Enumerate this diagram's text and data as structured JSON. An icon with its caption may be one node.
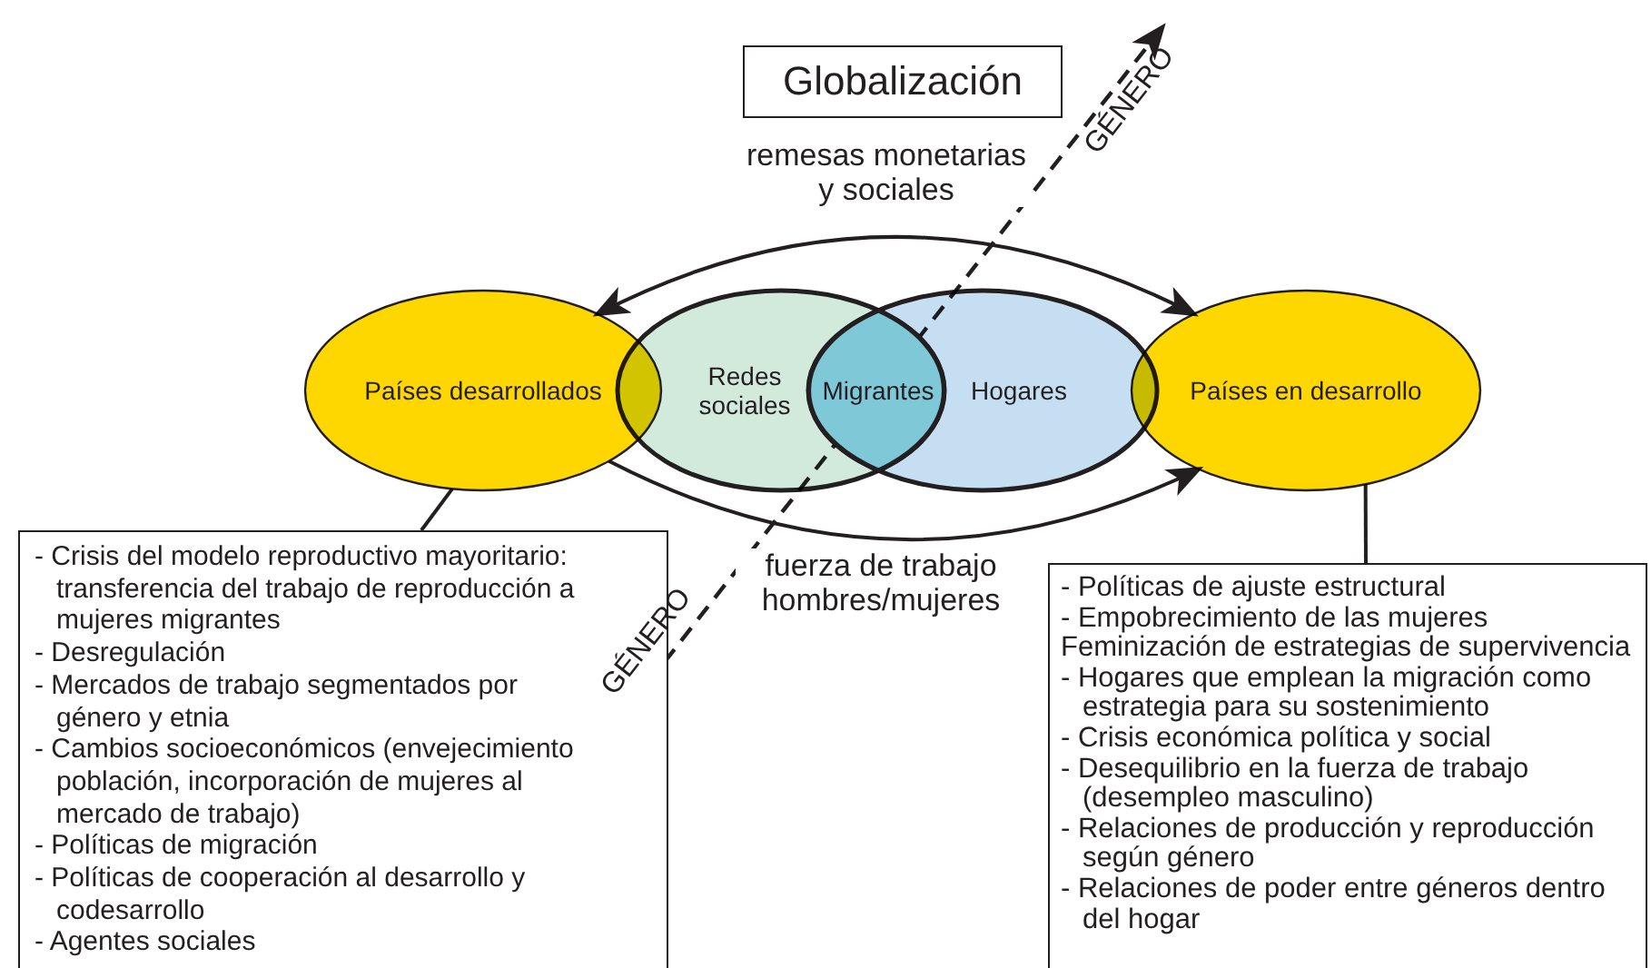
{
  "diagram": {
    "nodes": [
      {
        "text": [
          "Globalización"
        ]
      },
      {
        "text": [
          "Países desarrollados"
        ]
      },
      {
        "text": [
          "Redes sociales"
        ]
      },
      {
        "text": [
          "Hogares"
        ]
      },
      {
        "text": [
          "Migrantes"
        ]
      },
      {
        "text": [
          "Países en desarrollo"
        ]
      },
      {
        "text": [
          "- Crisis del modelo reproductivo mayoritario: transferencia del trabajo de reproducción a mujeres migrantes",
          "- Desregulación",
          "- Mercados de trabajo segmentados por género y etnia",
          "- Cambios socioeconómicos (envejecimiento población, incorporación de mujeres al mercado de trabajo)",
          "- Políticas de migración",
          "- Políticas de cooperación al desarrollo y codesarrollo",
          "- Agentes sociales"
        ]
      },
      {
        "text": [
          "- Políticas de ajuste estructural",
          "- Empobrecimiento de las mujeres",
          "Feminización de estrategias de supervivencia",
          "- Hogares que emplean la migración como estrategia para su sostenimiento",
          "- Crisis económica política y social",
          "- Desequilibrio en la fuerza de trabajo (desempleo masculino)",
          "- Relaciones de producción y reproducción según género",
          "- Relaciones de poder entre géneros dentro del hogar"
        ]
      }
    ],
    "edges": [
      {
        "from": 1,
        "to": 5,
        "arrow": "both",
        "label": "remesas monetarias y sociales"
      },
      {
        "from": 1,
        "to": 5,
        "arrow": "to",
        "label": "fuerza de trabajo hombres/mujeres"
      },
      {
        "from": 1,
        "to": 6,
        "arrow": "none"
      },
      {
        "from": 5,
        "to": 7,
        "arrow": "none"
      }
    ],
    "labels": [
      "GÉNERO",
      "GÉNERO"
    ]
  }
}
